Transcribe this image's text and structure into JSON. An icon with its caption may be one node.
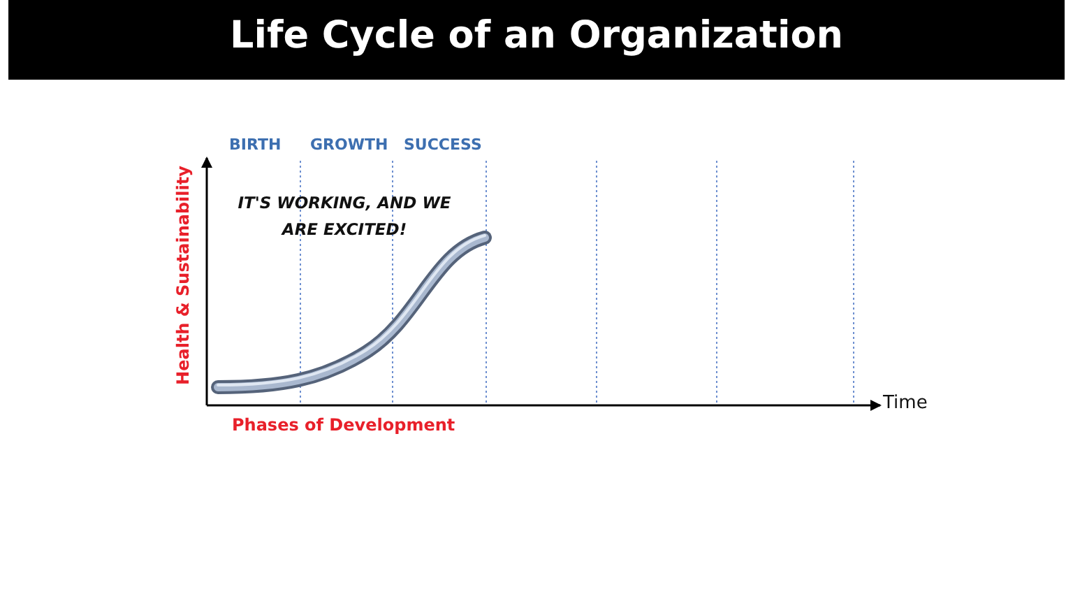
{
  "diagram": {
    "title": "Life Cycle of an Organization",
    "labels": [
      "BIRTH",
      "GROWTH",
      "SUCCESS",
      "IT'S WORKING, AND WE ARE EXCITED!",
      "Health & Sustainability",
      "Time",
      "Phases of Development"
    ]
  }
}
